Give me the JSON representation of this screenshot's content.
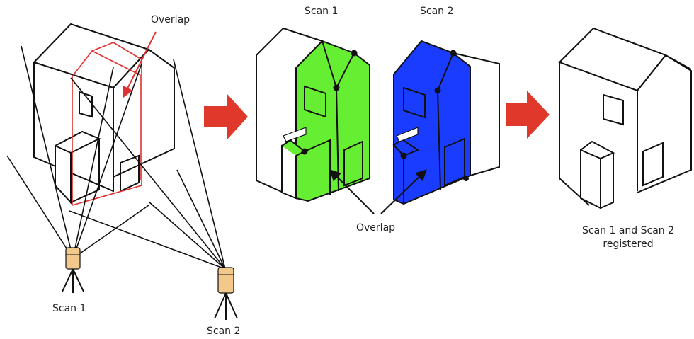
{
  "labels": {
    "overlap_top": "Overlap",
    "scan1_top": "Scan 1",
    "scan2_top": "Scan 2",
    "overlap_middle": "Overlap",
    "scan1_tripod": "Scan 1",
    "scan2_tripod": "Scan 2",
    "registered_line1": "Scan 1 and Scan 2",
    "registered_line2": "registered"
  },
  "colors": {
    "scan1_fill": "#66ee33",
    "scan2_fill": "#1a3cff",
    "arrow": "#e0392b",
    "overlap_outline": "#e03030",
    "scanner_body": "#f2c98a"
  }
}
